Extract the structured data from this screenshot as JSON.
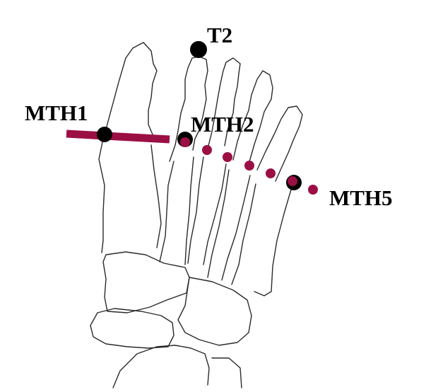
{
  "labels": {
    "t2": "T2",
    "mth1": "MTH1",
    "mth2": "MTH2",
    "mth5": "MTH5"
  },
  "colors": {
    "marker": "#000000",
    "line": "#9b0f45",
    "outline": "#2a2a2a",
    "background": "#ffffff"
  }
}
